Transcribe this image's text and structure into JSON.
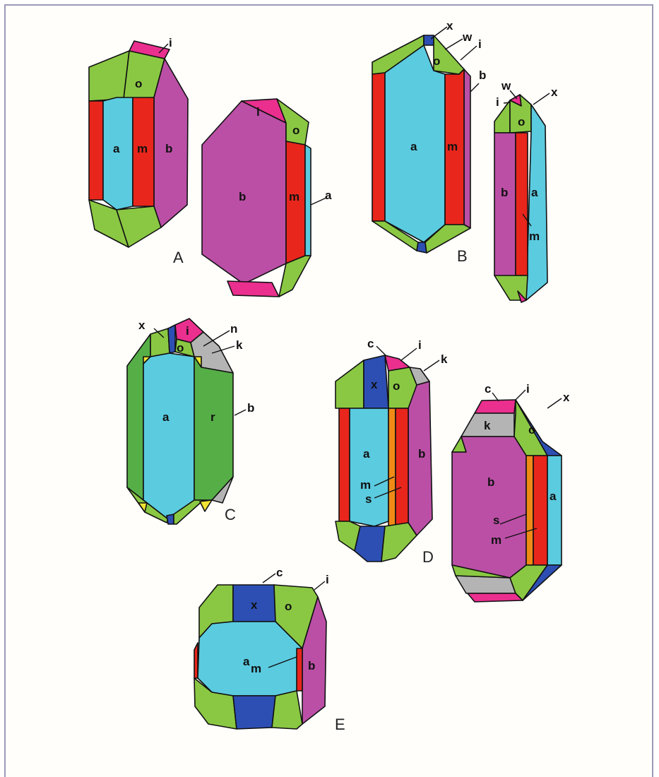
{
  "colors": {
    "a": "#5bcbe0",
    "b": "#bb4fa6",
    "m": "#e8261c",
    "o": "#8ac843",
    "i": "#ea2f8f",
    "x": "#2d4fb4",
    "k": "#b4b4b4",
    "n": "#f1e432",
    "s": "#f08a17",
    "r": "#56ae47",
    "c": "#222222",
    "w": "#ffffff"
  },
  "panels": {
    "A": {
      "caption": "A"
    },
    "B": {
      "caption": "B"
    },
    "C": {
      "caption": "C"
    },
    "D": {
      "caption": "D"
    },
    "E": {
      "caption": "E"
    }
  },
  "face_labels": {
    "a": "a",
    "b": "b",
    "m": "m",
    "o": "o",
    "i": "i",
    "x": "x",
    "w": "w",
    "k": "k",
    "n": "n",
    "s": "s",
    "r": "r",
    "c": "c"
  }
}
